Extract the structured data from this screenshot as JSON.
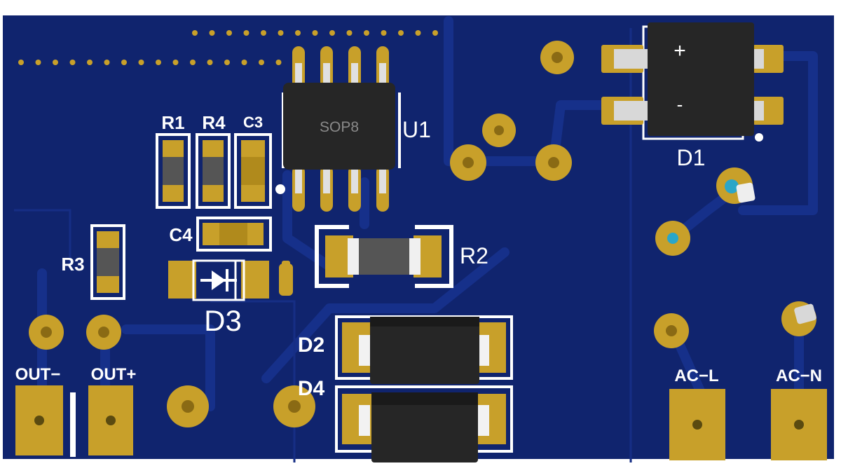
{
  "board": {
    "colors": {
      "soldermask": "#10246e",
      "trace": "#17318a",
      "copper": "#c8a02a",
      "copper_dark": "#9a7a18",
      "silkscreen": "#ffffff",
      "package": "#262626"
    }
  },
  "labels": {
    "r1": "R1",
    "r4": "R4",
    "c3": "C3",
    "u1": "U1",
    "u1_package": "SOP8",
    "c4": "C4",
    "r2": "R2",
    "r3": "R3",
    "d3": "D3",
    "d2": "D2",
    "d4": "D4",
    "d1": "D1",
    "d1_plus": "+",
    "d1_minus": "-",
    "out_minus": "OUT−",
    "out_plus": "OUT+",
    "ac_l": "AC−L",
    "ac_n": "AC−N"
  },
  "icons": {
    "diode_symbol": "diode-symbol-icon"
  }
}
